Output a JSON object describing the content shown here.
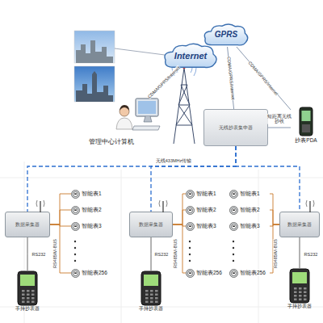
{
  "diagram": {
    "nodes": [
      {
        "text": [
          "Internet"
        ]
      },
      {
        "text": [
          "GPRS"
        ]
      },
      {
        "text": [
          "管理中心计算机"
        ]
      },
      {
        "text": [
          "无线抄表集中器"
        ]
      },
      {
        "text": [
          "抄表PDA"
        ]
      },
      {
        "text": [
          "数据采集器"
        ]
      },
      {
        "text": [
          "数据采集器"
        ]
      },
      {
        "text": [
          "数据采集器"
        ]
      },
      {
        "text": [
          "智能表1"
        ]
      },
      {
        "text": [
          "智能表2"
        ]
      },
      {
        "text": [
          "智能表3"
        ]
      },
      {
        "text": [
          "智能表256"
        ]
      },
      {
        "text": [
          "智能表1"
        ]
      },
      {
        "text": [
          "智能表2"
        ]
      },
      {
        "text": [
          "智能表3"
        ]
      },
      {
        "text": [
          "智能表256"
        ]
      },
      {
        "text": [
          "智能表1"
        ]
      },
      {
        "text": [
          "智能表2"
        ]
      },
      {
        "text": [
          "智能表3"
        ]
      },
      {
        "text": [
          "智能表256"
        ]
      },
      {
        "text": [
          "手持抄表器"
        ]
      },
      {
        "text": [
          "手持抄表器"
        ]
      },
      {
        "text": [
          "手持抄表器"
        ]
      }
    ],
    "edges": [
      {
        "from": 2,
        "to": 0,
        "label": "CDMA/GPRS/Internet",
        "arrow": "none"
      },
      {
        "from": 3,
        "to": 1,
        "label": "CDMA/GPRS/Internet",
        "arrow": "none"
      },
      {
        "from": 4,
        "to": 1,
        "label": "CDMA/GPRS/Internet",
        "arrow": "none"
      },
      {
        "from": 3,
        "to": 4,
        "label": "短距离无线抄收",
        "arrow": "none"
      },
      {
        "from": 3,
        "to": 5,
        "label": "无线433MHz传输",
        "arrow": "none"
      },
      {
        "from": 3,
        "to": 6,
        "arrow": "none"
      },
      {
        "from": 3,
        "to": 7,
        "arrow": "none"
      },
      {
        "from": 5,
        "to": 8,
        "arrow": "none"
      },
      {
        "from": 5,
        "to": 9,
        "label": "RS485/M-BUS",
        "arrow": "none"
      },
      {
        "from": 5,
        "to": 10,
        "arrow": "none"
      },
      {
        "from": 5,
        "to": 11,
        "arrow": "none"
      },
      {
        "from": 6,
        "to": 12,
        "arrow": "none"
      },
      {
        "from": 6,
        "to": 13,
        "label": "RS485/M-BUS",
        "arrow": "none"
      },
      {
        "from": 6,
        "to": 14,
        "arrow": "none"
      },
      {
        "from": 6,
        "to": 15,
        "arrow": "none"
      },
      {
        "from": 7,
        "to": 16,
        "arrow": "none"
      },
      {
        "from": 7,
        "to": 17,
        "label": "RS485/M-BUS",
        "arrow": "none"
      },
      {
        "from": 7,
        "to": 18,
        "arrow": "none"
      },
      {
        "from": 7,
        "to": 19,
        "arrow": "none"
      },
      {
        "from": 5,
        "to": 20,
        "label": "RS232",
        "arrow": "none"
      },
      {
        "from": 6,
        "to": 21,
        "label": "RS232",
        "arrow": "none"
      },
      {
        "from": 7,
        "to": 22,
        "label": "RS232",
        "arrow": "none"
      }
    ]
  }
}
